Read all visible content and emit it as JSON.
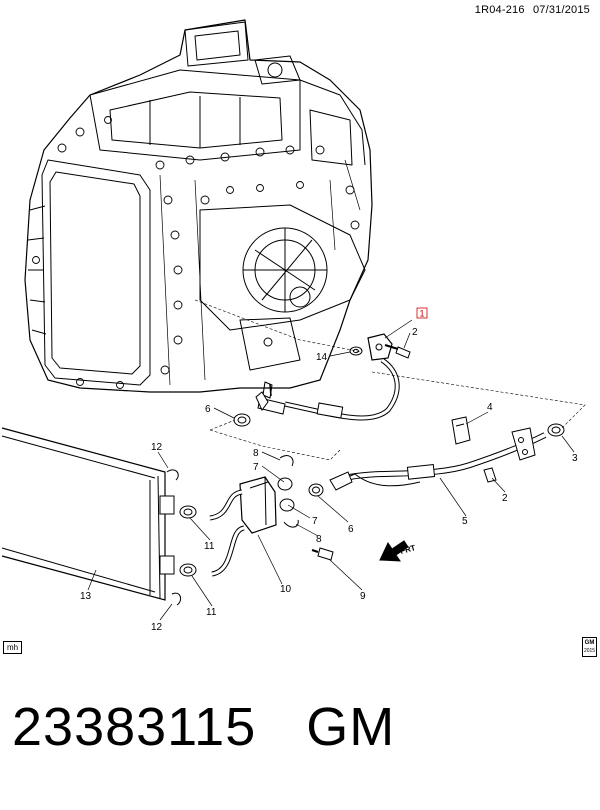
{
  "header": {
    "ref_code": "1R04-216",
    "date": "07/31/2015"
  },
  "callouts": {
    "c1": "1",
    "c2a": "2",
    "c14": "14",
    "c6a": "6",
    "c4": "4",
    "c3": "3",
    "c2b": "2",
    "c5": "5",
    "c12a": "12",
    "c8a": "8",
    "c7a": "7",
    "c6b": "6",
    "c7b": "7",
    "c8b": "8",
    "c11a": "11",
    "c10": "10",
    "c11b": "11",
    "c9": "9",
    "c13": "13",
    "c12b": "12"
  },
  "direction_label": "FRT",
  "footer": {
    "mh": "mh",
    "gm_logo": "GM",
    "gm_year": "2015"
  },
  "bottom": {
    "part_number": "23383115",
    "brand": "GM"
  }
}
